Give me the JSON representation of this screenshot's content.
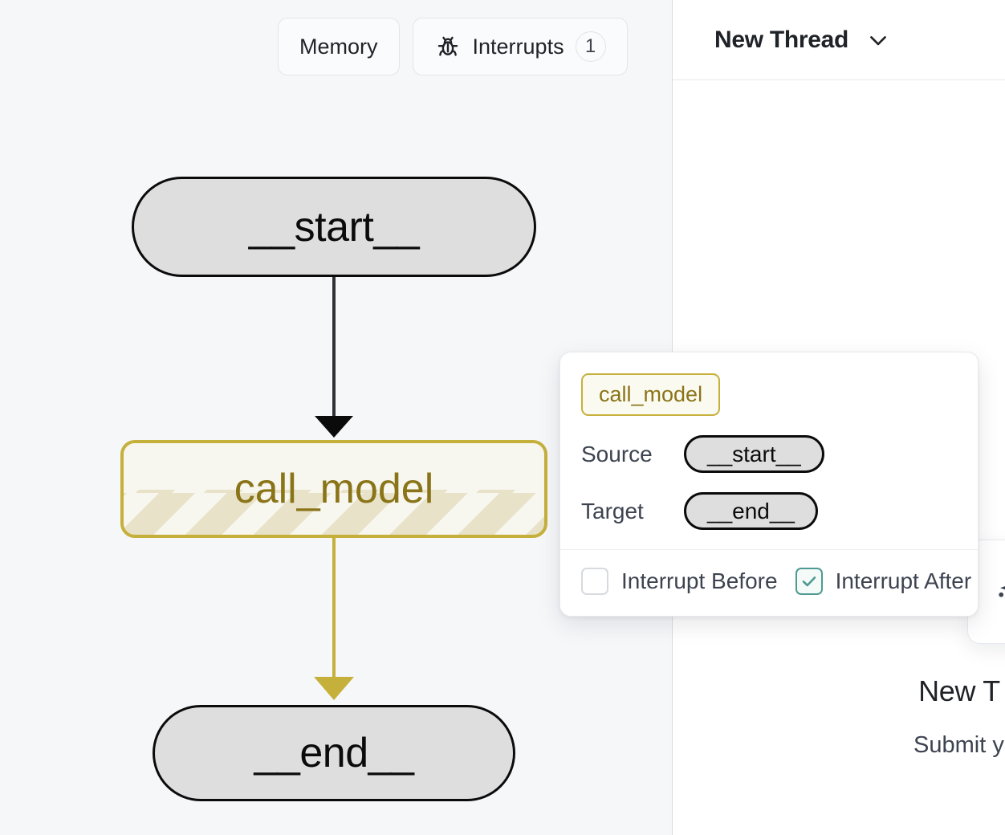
{
  "graph_panel": {
    "toolbar": {
      "memory_label": "Memory",
      "interrupts_label": "Interrupts",
      "interrupts_icon": "bug-icon",
      "interrupts_count": "1"
    },
    "nodes": [
      {
        "id": "start",
        "label": "__start__",
        "type": "terminal"
      },
      {
        "id": "call_model",
        "label": "call_model",
        "type": "active"
      },
      {
        "id": "end",
        "label": "__end__",
        "type": "terminal"
      }
    ],
    "edges": [
      {
        "from": "__start__",
        "to": "call_model",
        "color": "#2f3136"
      },
      {
        "from": "call_model",
        "to": "__end__",
        "color": "#c6b03c"
      }
    ],
    "colors": {
      "panel_bg": "#f6f7f9",
      "node_fill": "#dededf",
      "node_stroke": "#0b0b0c",
      "active_stroke": "#c6b03c",
      "active_fill": "#f7f6ef",
      "active_text": "#8a7418"
    }
  },
  "popover": {
    "node_tag": "call_model",
    "source_key": "Source",
    "source_value": "__start__",
    "target_key": "Target",
    "target_value": "__end__",
    "interrupt_before_label": "Interrupt Before",
    "interrupt_before_checked": false,
    "interrupt_after_label": "Interrupt After",
    "interrupt_after_checked": true,
    "checked_color": "#4e9a91"
  },
  "thread_panel": {
    "title": "New Thread",
    "chevron_icon": "chevron-down-icon",
    "empty_title": "New T",
    "empty_subtitle": "Submit your input",
    "edge_card_icon": "sparkle-icon"
  }
}
